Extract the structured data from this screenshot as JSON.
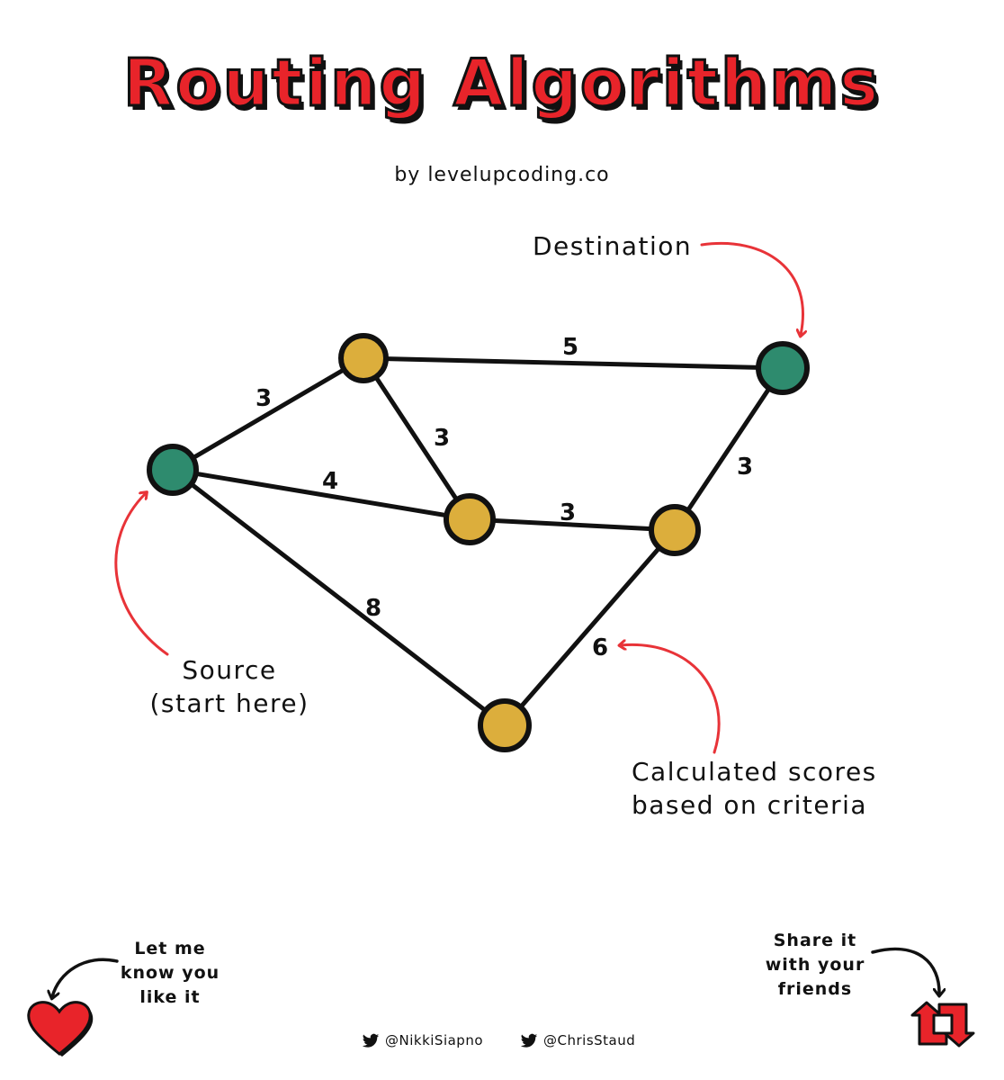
{
  "title": "Routing Algorithms",
  "byline": "by levelupcoding.co",
  "annotations": {
    "destination": "Destination",
    "source_line1": "Source",
    "source_line2": "(start here)",
    "scores_line1": "Calculated scores",
    "scores_line2": "based on criteria"
  },
  "graph": {
    "colors": {
      "source_dest": "#2e8b6e",
      "intermediate": "#dcae3c",
      "arrow": "#e83338",
      "stroke": "#111111"
    },
    "edge_weights": {
      "source_top": "3",
      "top_destination": "5",
      "top_middle": "3",
      "source_middle": "4",
      "middle_right": "3",
      "right_destination": "3",
      "source_bottom": "8",
      "bottom_right": "6"
    }
  },
  "footer": {
    "like_line1": "Let me",
    "like_line2": "know you",
    "like_line3": "like it",
    "share_line1": "Share it",
    "share_line2": "with your",
    "share_line3": "friends",
    "handle1": "@NikkiSiapno",
    "handle2": "@ChrisStaud",
    "icons": [
      "heart-icon",
      "twitter-icon",
      "retweet-icon"
    ]
  }
}
